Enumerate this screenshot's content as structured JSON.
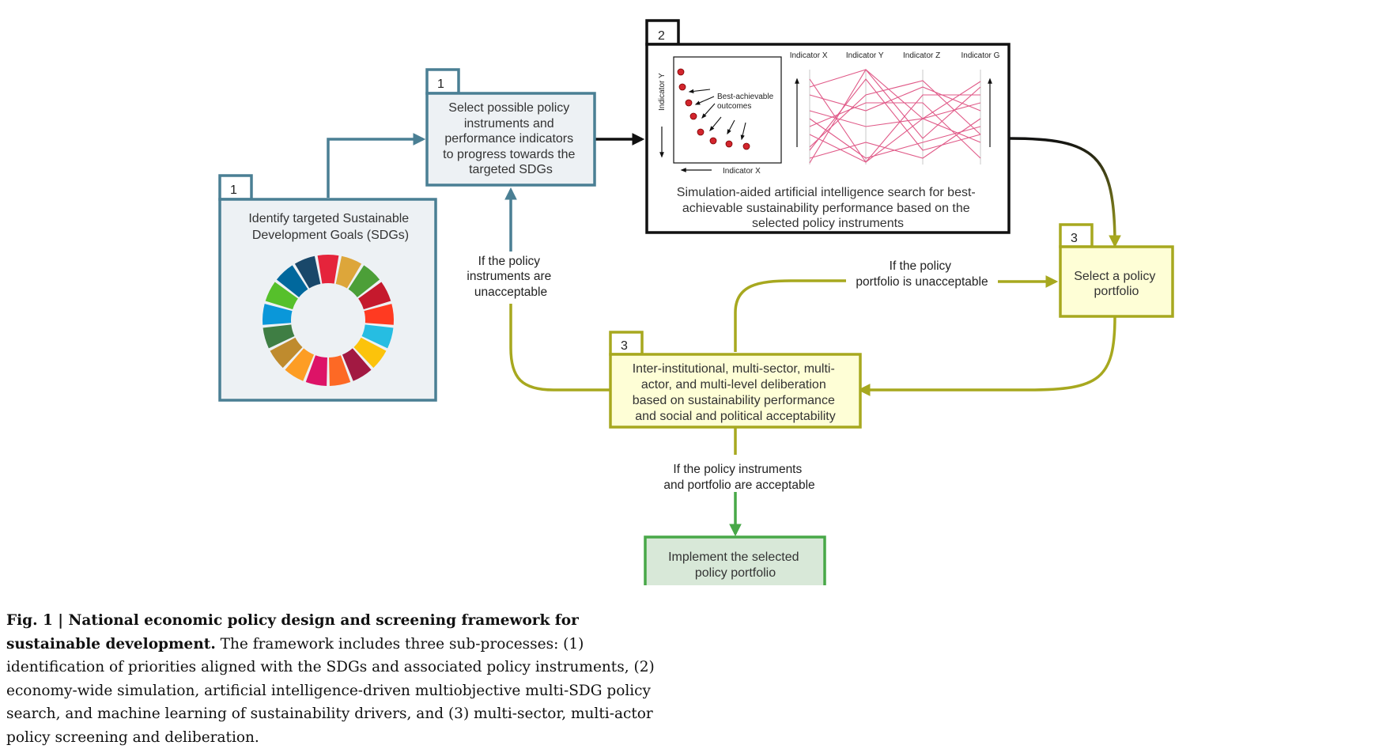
{
  "diagram": {
    "box1a": {
      "tab": "1",
      "lines": [
        "Identify targeted Sustainable",
        "Development Goals (SDGs)"
      ]
    },
    "box1b": {
      "tab": "1",
      "lines": [
        "Select possible policy",
        "instruments and",
        "performance indicators",
        "to progress towards the",
        "targeted SDGs"
      ]
    },
    "box2": {
      "tab": "2",
      "lines": [
        "Simulation-aided artificial intelligence search for best-",
        "achievable sustainability performance based on the",
        "selected policy instruments"
      ]
    },
    "box3a": {
      "tab": "3",
      "lines": [
        "Select a policy",
        "portfolio"
      ]
    },
    "box3b": {
      "tab": "3",
      "lines": [
        "Inter-institutional, multi-sector, multi-",
        "actor, and multi-level deliberation",
        "based on sustainability performance",
        "and social and political acceptability"
      ]
    },
    "implement": {
      "lines": [
        "Implement the selected",
        "policy portfolio"
      ]
    },
    "labels": {
      "instruments_unacceptable": [
        "If the policy",
        "instruments are",
        "unacceptable"
      ],
      "portfolio_unacceptable": [
        "If the policy",
        "portfolio is unacceptable"
      ],
      "acceptable": [
        "If the policy instruments",
        "and portfolio are acceptable"
      ]
    },
    "scatter": {
      "y_label": "Indicator Y",
      "x_label": "Indicator X",
      "annotation": [
        "Best-achievable",
        "outcomes"
      ]
    },
    "parallel": {
      "axes": [
        "Indicator X",
        "Indicator Y",
        "Indicator Z",
        "Indicator G"
      ]
    },
    "colors": {
      "teal": "#4a7f94",
      "teal_fill": "#edf1f4",
      "olive": "#a7a81f",
      "yellow_fill": "#fefed6",
      "green": "#48a848",
      "green_fill": "#d8e8d8",
      "pink": "#e05a88",
      "red_dot": "#d2252d"
    },
    "sdg_colors": [
      "#e5243b",
      "#dda63a",
      "#4c9f38",
      "#c5192d",
      "#ff3a21",
      "#26bde2",
      "#fcc30b",
      "#a21942",
      "#fd6925",
      "#dd1367",
      "#fd9d24",
      "#bf8b2e",
      "#3f7e44",
      "#0a97d9",
      "#56c02b",
      "#00689d",
      "#19486a"
    ]
  },
  "caption": {
    "fig_label": "Fig. 1 | National economic policy design and screening framework for sustainable development.",
    "text": " The framework includes three sub-processes: (1) identification of priorities aligned with the SDGs and associated policy instruments, (2) economy-wide simulation, artificial intelligence-driven multiobjective multi-SDG policy search, and machine learning of sustainability drivers, and (3) multi-sector, multi-actor policy screening and deliberation."
  }
}
